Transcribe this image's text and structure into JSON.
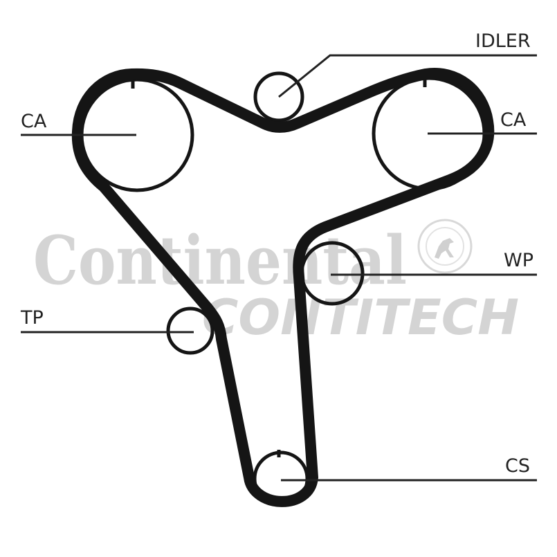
{
  "diagram": {
    "type": "timing-belt-layout",
    "watermark": {
      "brand_line1": "Continental",
      "brand_line2": "CONTITECH",
      "emblem": "horse-emblem-icon"
    },
    "labels": {
      "idler": "IDLER",
      "ca_left": "CA",
      "ca_right": "CA",
      "wp": "WP",
      "tp": "TP",
      "cs": "CS"
    },
    "components": [
      {
        "id": "ca_left",
        "label": "CA",
        "meaning": "camshaft pulley (left)"
      },
      {
        "id": "ca_right",
        "label": "CA",
        "meaning": "camshaft pulley (right)"
      },
      {
        "id": "idler",
        "label": "IDLER",
        "meaning": "idler pulley"
      },
      {
        "id": "wp",
        "label": "WP",
        "meaning": "water pump pulley"
      },
      {
        "id": "tp",
        "label": "TP",
        "meaning": "tensioner pulley"
      },
      {
        "id": "cs",
        "label": "CS",
        "meaning": "crankshaft pulley"
      }
    ],
    "colors": {
      "belt": "#151515",
      "watermark": "#d4d4d4",
      "background": "#ffffff"
    }
  }
}
